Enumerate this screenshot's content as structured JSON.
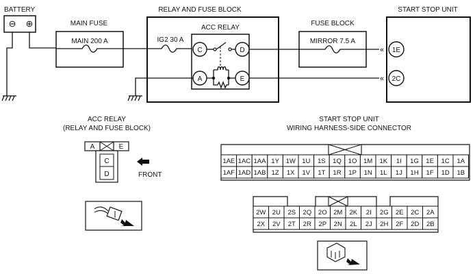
{
  "labels": {
    "battery": "BATTERY",
    "battery_neg": "⊖",
    "battery_pos": "⊕",
    "main_fuse": "MAIN FUSE",
    "main_fuse_value": "MAIN 200 A",
    "relay_fuse_block": "RELAY AND FUSE BLOCK",
    "acc_relay": "ACC RELAY",
    "ig2_fuse": "IG2 30 A",
    "fuse_block": "FUSE BLOCK",
    "mirror_fuse": "MIRROR 7.5 A",
    "start_stop_unit": "START STOP UNIT"
  },
  "relay_terminals": {
    "c": "C",
    "d": "D",
    "a": "A",
    "e": "E"
  },
  "unit_terminals": {
    "t1": "1E",
    "t2": "2C"
  },
  "acc_relay_connector": {
    "title1": "ACC RELAY",
    "title2": "(RELAY AND FUSE BLOCK)",
    "top": [
      "A",
      "",
      "E"
    ],
    "middle": [
      "C",
      "D"
    ],
    "front": "FRONT"
  },
  "ssu_connector": {
    "title1": "START STOP UNIT",
    "title2": "WIRING HARNESS-SIDE CONNECTOR",
    "row1": [
      "1AE",
      "1AC",
      "1AA",
      "1Y",
      "1W",
      "1U",
      "1S",
      "1Q",
      "1O",
      "1M",
      "1K",
      "1I",
      "1G",
      "1E",
      "1C",
      "1A"
    ],
    "row2": [
      "1AF",
      "1AD",
      "1AB",
      "1Z",
      "1X",
      "1V",
      "1T",
      "1R",
      "1P",
      "1N",
      "1L",
      "1J",
      "1H",
      "1F",
      "1D",
      "1B"
    ],
    "row3": [
      "2W",
      "2U",
      "2S",
      "2Q",
      "2O",
      "2M",
      "2K",
      "2I",
      "2G",
      "2E",
      "2C",
      "2A"
    ],
    "row4": [
      "2X",
      "2V",
      "2T",
      "2R",
      "2P",
      "2N",
      "2L",
      "2J",
      "2H",
      "2F",
      "2D",
      "2B"
    ]
  }
}
